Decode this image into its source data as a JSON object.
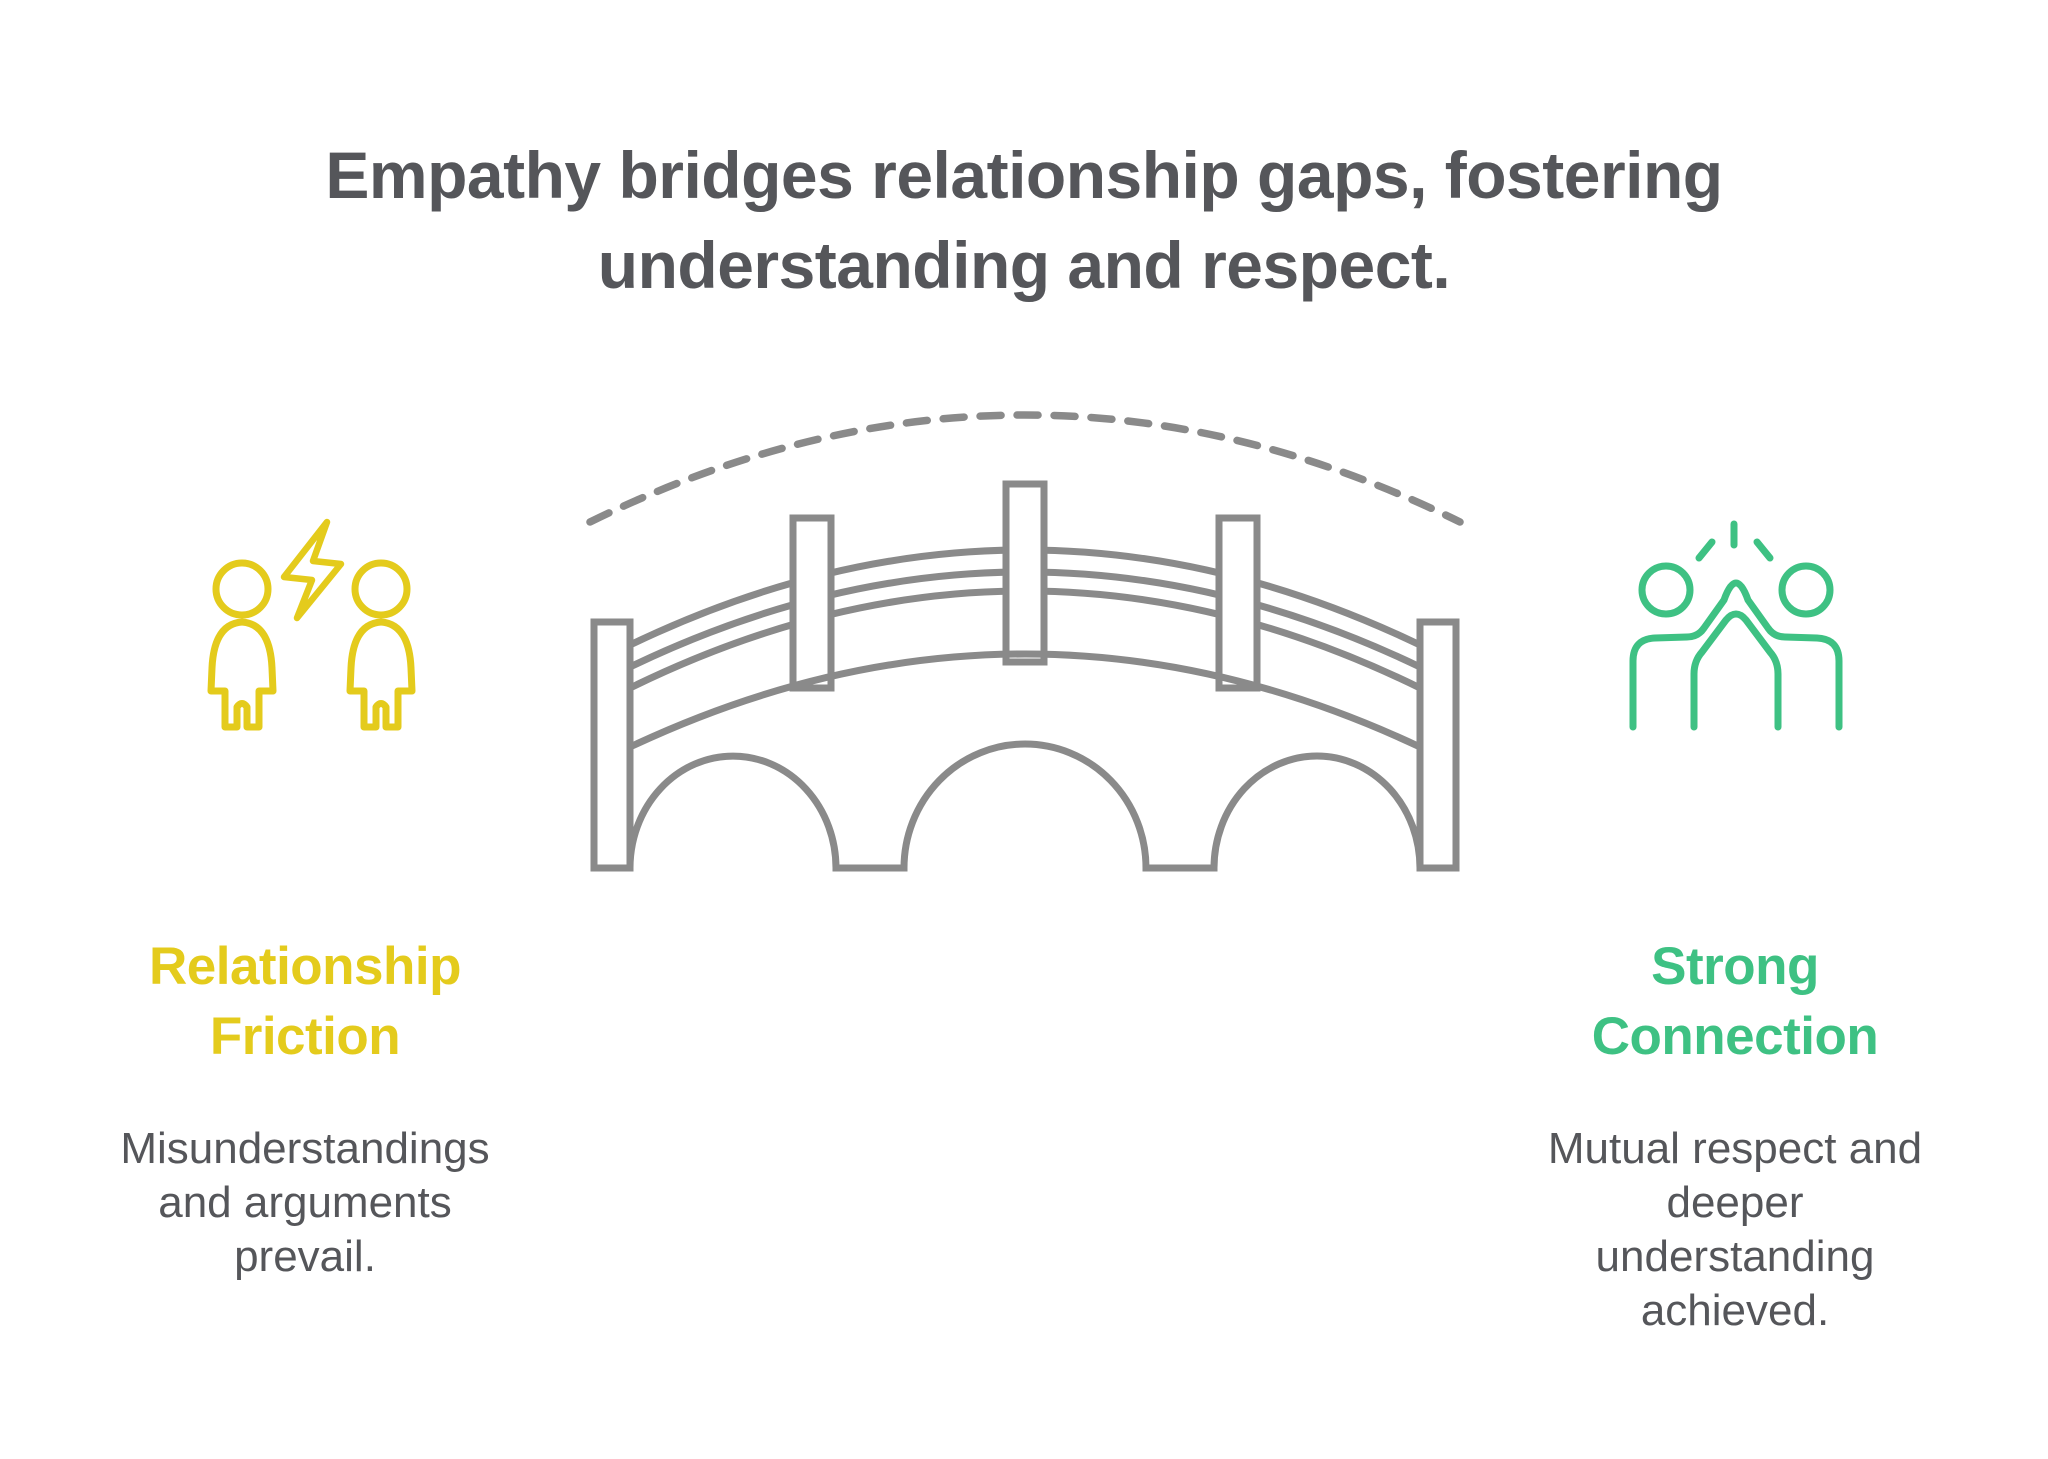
{
  "colors": {
    "accent_yellow": "#E4CB1C",
    "accent_green": "#3EC183",
    "text_dark": "#55565A",
    "bridge_gray": "#8A8A8A"
  },
  "title": {
    "line1": "Empathy bridges relationship gaps, fostering",
    "line2": "understanding and respect."
  },
  "left_panel": {
    "heading": "Relationship Friction",
    "description": "Misunderstandings and arguments prevail.",
    "icon": "people-conflict-lightning-icon"
  },
  "right_panel": {
    "heading": "Strong Connection",
    "description": "Mutual respect and deeper understanding achieved.",
    "icon": "people-high-five-icon"
  },
  "center": {
    "icon": "arched-bridge-icon",
    "arc": "dashed-connection-arc"
  }
}
